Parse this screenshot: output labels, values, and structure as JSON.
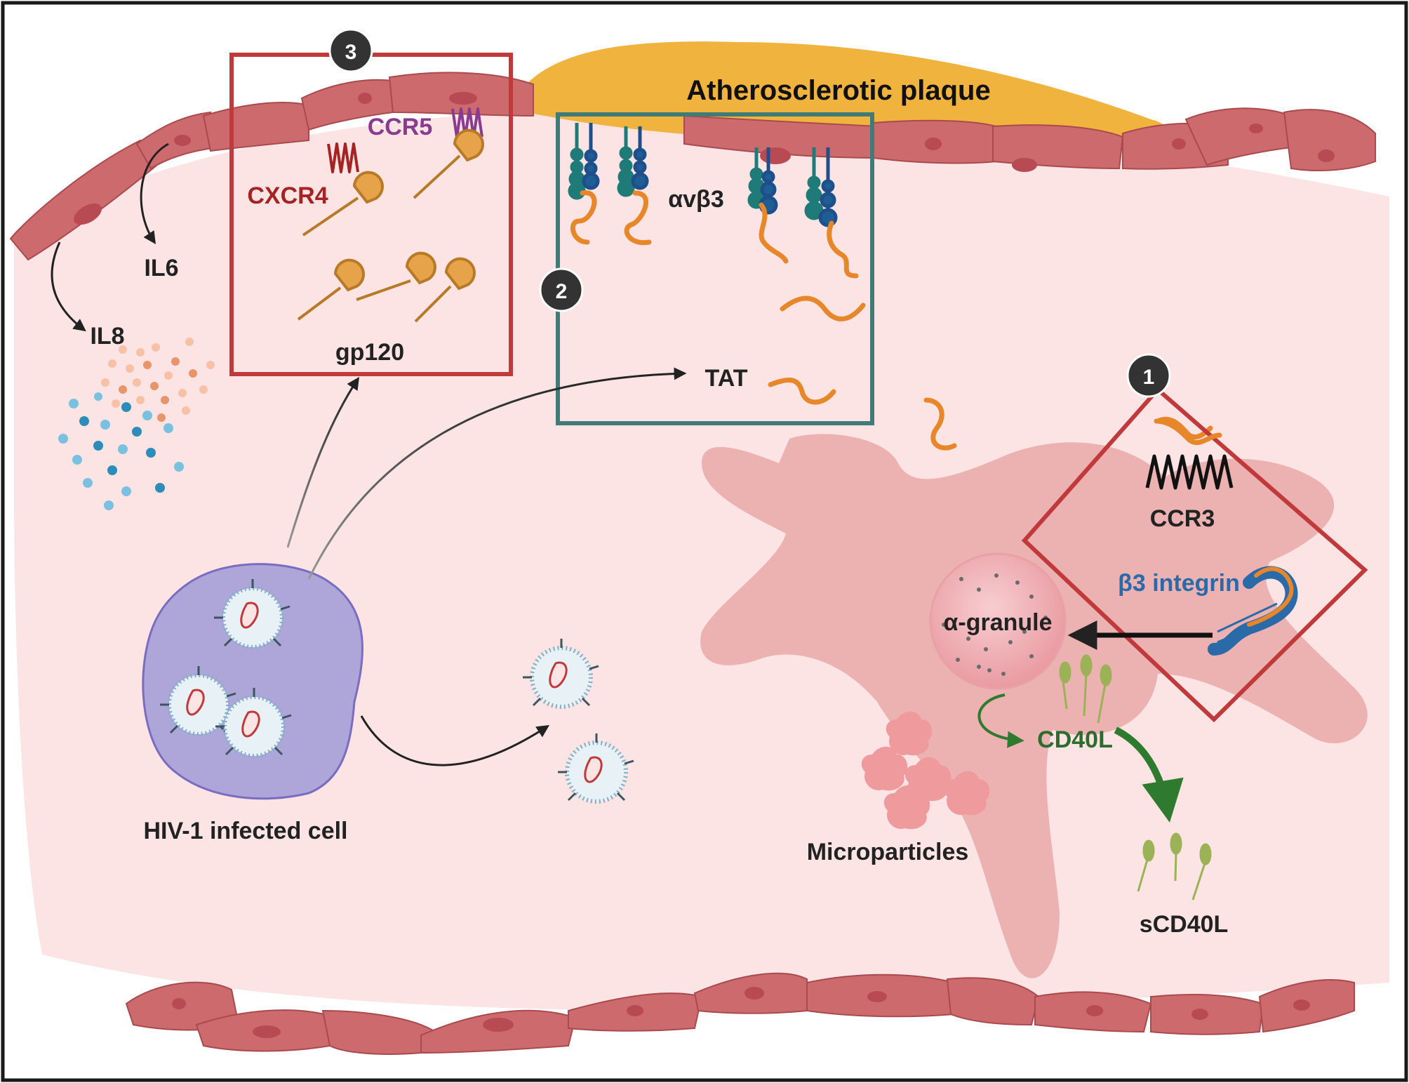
{
  "labels": {
    "plaque": "Atherosclerotic plaque",
    "ccr5": "CCR5",
    "cxcr4": "CXCR4",
    "il6": "IL6",
    "il8": "IL8",
    "gp120": "gp120",
    "avb3": "αvβ3",
    "tat": "TAT",
    "ccr3": "CCR3",
    "b3_integrin": "β3 integrin",
    "alpha_granule": "α-granule",
    "cd40l": "CD40L",
    "scd40l": "sCD40L",
    "microparticles": "Microparticles",
    "infected_cell": "HIV-1 infected cell"
  },
  "badges": [
    "1",
    "2",
    "3"
  ],
  "colors": {
    "vessel_lumen": "#fbe4e3",
    "endothelium": "#cd6a6d",
    "plaque": "#f0b33e",
    "red_box": "#c0393b",
    "teal_box": "#3f7c77",
    "platelet": "#e9a8a8",
    "infected_cell": "#aea6d8",
    "ccr5_purple": "#8a3a8f",
    "cxcr4_red": "#a42424",
    "integrin_blue": "#2a6aa8",
    "cd40l_green": "#2e6b2e",
    "tat_orange": "#e8862a"
  }
}
